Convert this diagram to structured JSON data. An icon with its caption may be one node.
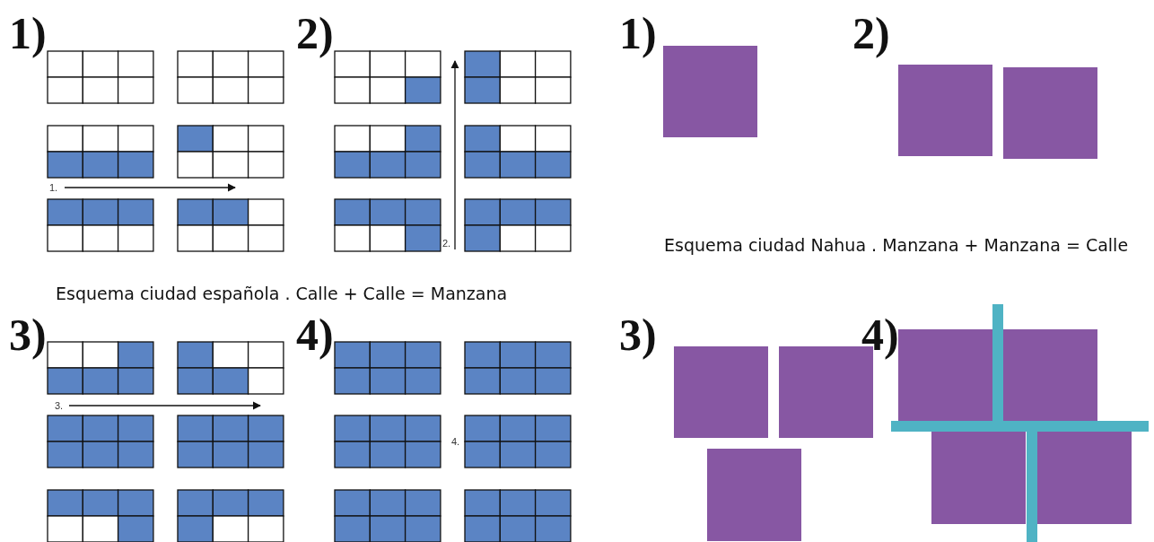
{
  "diagram": {
    "labels": [
      "1)",
      "2)",
      "1)",
      "2)",
      "1.",
      "2.",
      "Esquema ciudad Nahua . Manzana + Manzana = Calle",
      "Esquema ciudad española . Calle + Calle = Manzana",
      "3)",
      "4)",
      "3)",
      "4)",
      "3.",
      "4."
    ]
  }
}
